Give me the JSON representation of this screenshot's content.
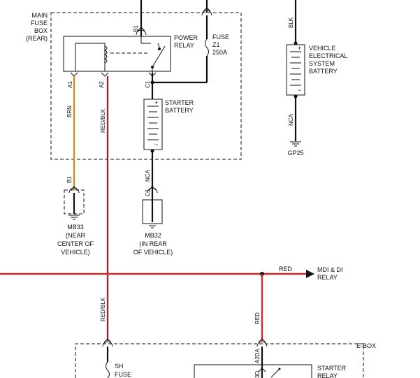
{
  "colors": {
    "brown_wire": "#c8901f",
    "red_wire": "#cc2a2a",
    "red_blk_wire": "#8a2e36",
    "black_wire": "#111111"
  },
  "labels": {
    "main_fuse_box": [
      "MAIN",
      "FUSE",
      "BOX",
      "(REAR)"
    ],
    "power_relay": [
      "POWER",
      "RELAY"
    ],
    "fuse_z1": [
      "FUSE",
      "Z1",
      "250A"
    ],
    "starter_battery": [
      "STARTER",
      "BATTERY"
    ],
    "vehicle_battery": [
      "VEHICLE",
      "ELECTRICAL",
      "SYSTEM",
      "BATTERY"
    ],
    "mb33": [
      "MB33",
      "(NEAR",
      "CENTER OF",
      "VEHICLE)"
    ],
    "mb32": [
      "MB32",
      "(IN REAR",
      "OF VEHICLE)"
    ],
    "mdi_relay": [
      "MDI & DI",
      "RELAY"
    ],
    "ebox": "E-BOX",
    "sh_fuse": [
      "SH",
      "FUSE"
    ],
    "starter_relay": [
      "STARTER",
      "RELAY"
    ],
    "gp25": "GP25"
  },
  "pins": {
    "b1_top": "B1",
    "a1": "A1",
    "a2": "A2",
    "c1_relay": "C1",
    "b1_mb33": "B1",
    "c1_mb32": "C1",
    "a2da": "A2DA",
    "d3": "3D"
  },
  "wires": {
    "brn": "BRN",
    "red_blk_upper": "RED/BLK",
    "red_blk_lower": "RED/BLK",
    "nca_starter": "NCA",
    "blk_vehicle": "BLK",
    "nca_vehicle": "NCA",
    "red_horizontal": "RED",
    "red_vertical": "RED"
  },
  "battery_signs": {
    "plus": "+",
    "minus": "−"
  }
}
